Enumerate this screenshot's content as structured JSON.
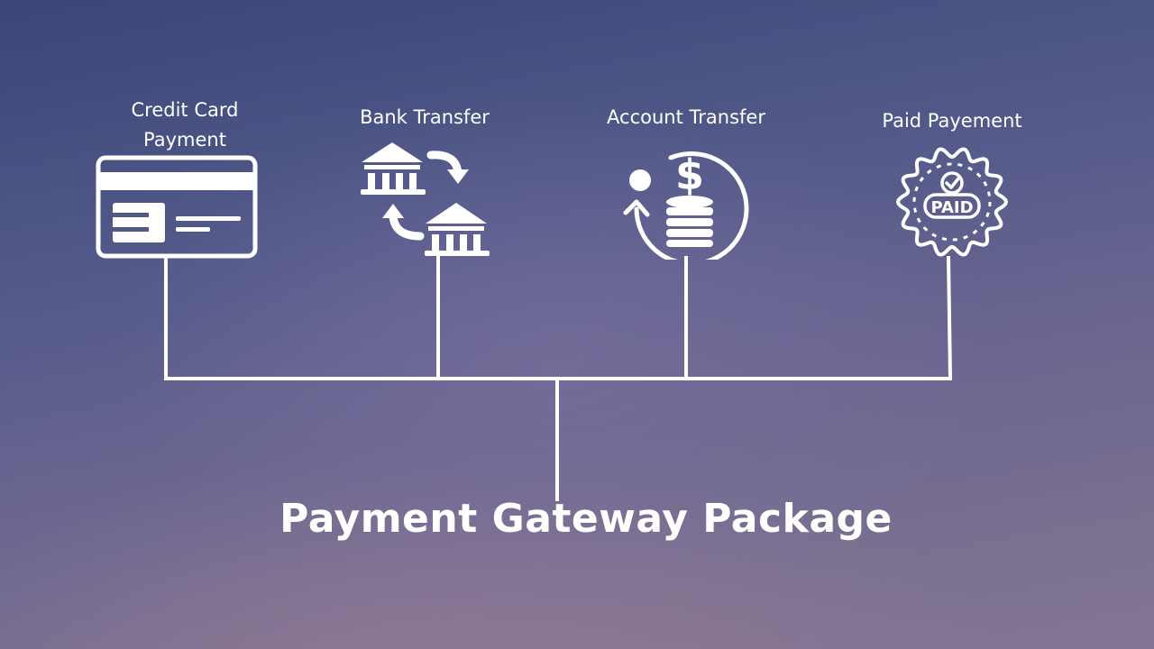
{
  "nodes": [
    {
      "id": "credit-card",
      "label_lines": [
        "Credit Card",
        "Payment"
      ],
      "icon": "credit-card-icon"
    },
    {
      "id": "bank-transfer",
      "label_lines": [
        "Bank Transfer"
      ],
      "icon": "bank-transfer-icon"
    },
    {
      "id": "account-transfer",
      "label_lines": [
        "Account Transfer"
      ],
      "icon": "dollar-coins-cycle-icon"
    },
    {
      "id": "paid-payment",
      "label_lines": [
        "Paid Payement"
      ],
      "icon": "paid-badge-icon",
      "badge_text": "PAID"
    }
  ],
  "root": {
    "label": "Payment Gateway Package"
  },
  "colors": {
    "line": "#ffffff",
    "text": "#ffffff"
  }
}
